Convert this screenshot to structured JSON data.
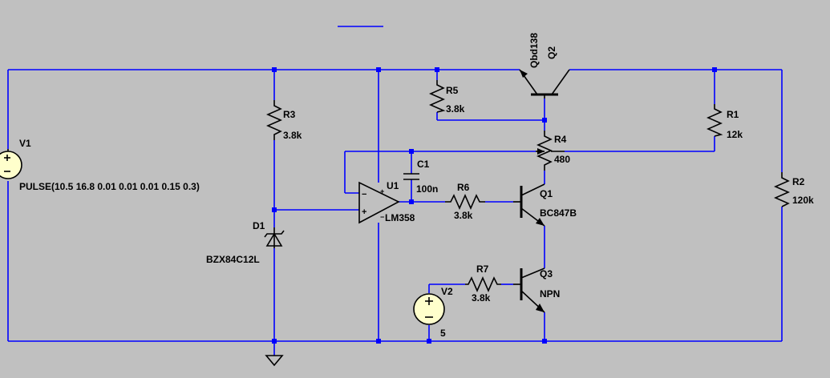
{
  "colors": {
    "background": "#c0c0c0",
    "wire": "#0000ff",
    "component": "#000000",
    "source_fill": "#ffffcc"
  },
  "components": {
    "v1": {
      "name": "V1",
      "value": "PULSE(10.5 16.8 0.01 0.01 0.01 0.15 0.3)"
    },
    "r3": {
      "name": "R3",
      "value": "3.8k"
    },
    "d1": {
      "name": "D1",
      "value": "BZX84C12L"
    },
    "r5": {
      "name": "R5",
      "value": "3.8k"
    },
    "q2": {
      "name": "Q2",
      "value": "Qbd138"
    },
    "r1": {
      "name": "R1",
      "value": "12k"
    },
    "r2": {
      "name": "R2",
      "value": "120k"
    },
    "r4": {
      "name": "R4",
      "value": "480"
    },
    "c1": {
      "name": "C1",
      "value": "100n"
    },
    "u1": {
      "name": "U1",
      "value": "LM358"
    },
    "r6": {
      "name": "R6",
      "value": "3.8k"
    },
    "q1": {
      "name": "Q1",
      "value": "BC847B"
    },
    "r7": {
      "name": "R7",
      "value": "3.8k"
    },
    "q3": {
      "name": "Q3",
      "value": "NPN"
    },
    "v2": {
      "name": "V2",
      "value": "5"
    }
  },
  "icons": [
    "ground-icon",
    "voltage-source-icon",
    "resistor-icon",
    "zener-diode-icon",
    "capacitor-icon",
    "opamp-icon",
    "npn-transistor-icon",
    "pnp-transistor-icon"
  ]
}
